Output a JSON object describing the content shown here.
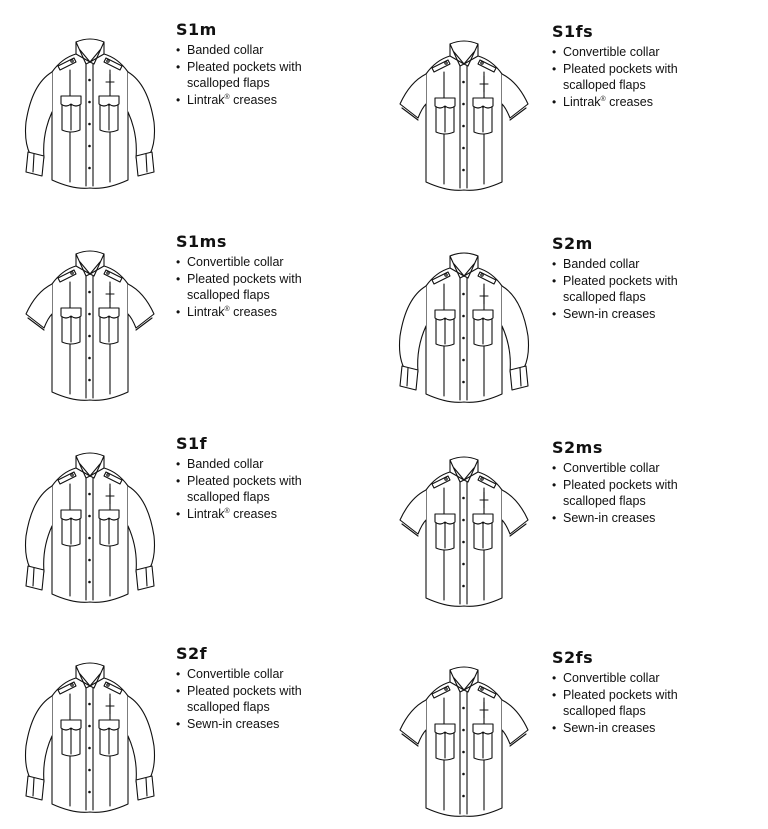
{
  "shirts": [
    {
      "code": "S1m",
      "sleeve": "long",
      "features": [
        {
          "t": "Banded collar"
        },
        {
          "t": "Pleated pockets with"
        },
        {
          "t": "scalloped flaps",
          "cont": true
        },
        {
          "t": "Lintrak",
          "sup": "®",
          "rest": " creases"
        }
      ]
    },
    {
      "code": "S1fs",
      "sleeve": "short",
      "features": [
        {
          "t": "Convertible collar"
        },
        {
          "t": "Pleated pockets with"
        },
        {
          "t": "scalloped flaps",
          "cont": true
        },
        {
          "t": "Lintrak",
          "sup": "®",
          "rest": " creases"
        }
      ]
    },
    {
      "code": "S1ms",
      "sleeve": "short",
      "features": [
        {
          "t": "Convertible collar"
        },
        {
          "t": "Pleated pockets with"
        },
        {
          "t": "scalloped flaps",
          "cont": true
        },
        {
          "t": "Lintrak",
          "sup": "®",
          "rest": " creases"
        }
      ]
    },
    {
      "code": "S2m",
      "sleeve": "long",
      "features": [
        {
          "t": "Banded collar"
        },
        {
          "t": "Pleated pockets with"
        },
        {
          "t": "scalloped flaps",
          "cont": true
        },
        {
          "t": "Sewn-in creases"
        }
      ]
    },
    {
      "code": "S1f",
      "sleeve": "long",
      "features": [
        {
          "t": "Banded collar"
        },
        {
          "t": "Pleated pockets with"
        },
        {
          "t": "scalloped flaps",
          "cont": true
        },
        {
          "t": "Lintrak",
          "sup": "®",
          "rest": " creases"
        }
      ]
    },
    {
      "code": "S2ms",
      "sleeve": "short",
      "features": [
        {
          "t": "Convertible collar"
        },
        {
          "t": "Pleated pockets with"
        },
        {
          "t": "scalloped flaps",
          "cont": true
        },
        {
          "t": "Sewn-in creases"
        }
      ]
    },
    {
      "code": "S2f",
      "sleeve": "long",
      "features": [
        {
          "t": "Convertible collar"
        },
        {
          "t": "Pleated pockets with"
        },
        {
          "t": "scalloped flaps",
          "cont": true
        },
        {
          "t": "Sewn-in creases"
        }
      ]
    },
    {
      "code": "S2fs",
      "sleeve": "short",
      "features": [
        {
          "t": "Convertible collar"
        },
        {
          "t": "Pleated pockets with"
        },
        {
          "t": "scalloped flaps",
          "cont": true
        },
        {
          "t": "Sewn-in creases"
        }
      ]
    }
  ]
}
